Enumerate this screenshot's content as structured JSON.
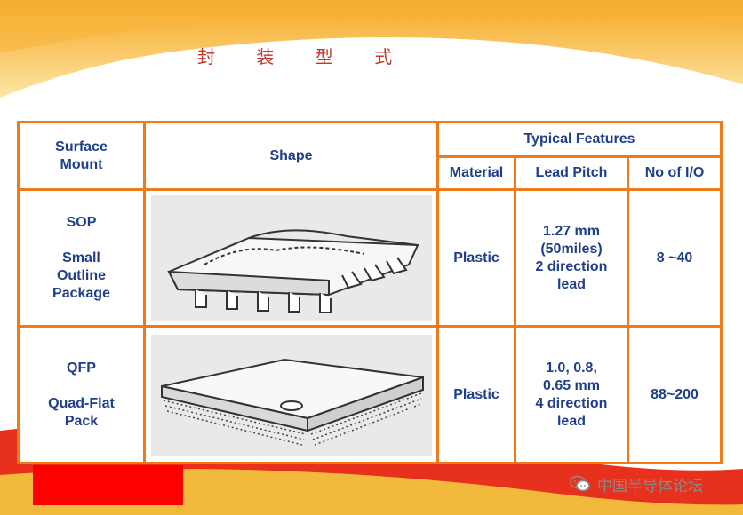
{
  "title": "封 装 型 式",
  "table": {
    "headers": {
      "surface_mount": "Surface\nMount",
      "shape": "Shape",
      "typical_features": "Typical Features",
      "material": "Material",
      "lead_pitch": "Lead Pitch",
      "no_io": "No of I/O"
    },
    "rows": [
      {
        "package": "SOP\n\nSmall\nOutline\nPackage",
        "shape_icon": "sop-package-illustration",
        "material": "Plastic",
        "lead_pitch": "1.27 mm\n(50miles)\n2 direction\nlead",
        "io": "8 ~40"
      },
      {
        "package": "QFP\n\nQuad-Flat\nPack",
        "shape_icon": "qfp-package-illustration",
        "material": "Plastic",
        "lead_pitch": "1.0, 0.8,\n0.65 mm\n4 direction\nlead",
        "io": "88~200"
      }
    ]
  },
  "watermark": {
    "text": "中国半导体论坛",
    "icon": "wechat-icon"
  },
  "colors": {
    "border": "#f07a1a",
    "header_text": "#1f3e8c",
    "title": "#c0392b",
    "red_bar": "#ff0000"
  }
}
